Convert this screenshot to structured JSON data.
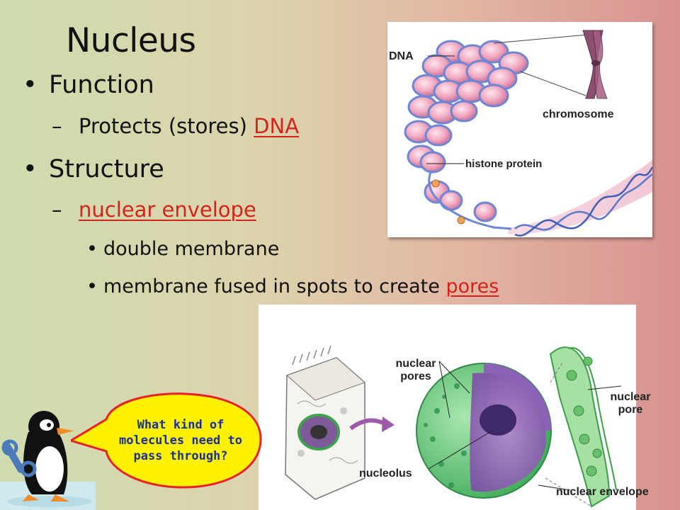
{
  "slide": {
    "title": "Nucleus",
    "bullets": {
      "function": "Function",
      "function_sub_prefix": "Protects (stores) ",
      "function_sub_link": "DNA",
      "structure": "Structure",
      "structure_sub_link": "nuclear envelope",
      "detail_1": "double membrane",
      "detail_2_prefix": "membrane fused in spots to create ",
      "detail_2_link": "pores"
    },
    "markers": {
      "bullet": "•",
      "dash": "–"
    }
  },
  "chromosome_diagram": {
    "label_dna": "DNA",
    "label_chromosome": "chromosome",
    "label_histone": "histone protein"
  },
  "nucleus_diagram": {
    "label_nuclear_pores_line1": "nuclear",
    "label_nuclear_pores_line2": "pores",
    "label_nuclear_pore_line1": "nuclear",
    "label_nuclear_pore_line2": "pore",
    "label_nucleolus": "nucleolus",
    "label_nuclear_envelope": "nuclear envelope"
  },
  "callout": {
    "line1": "What kind of",
    "line2": "molecules need to",
    "line3": "pass through?"
  },
  "colors": {
    "link_red": "#d4231b",
    "callout_text": "#1b2f9c",
    "callout_fill": "#fff200",
    "callout_border": "#e8202a"
  }
}
